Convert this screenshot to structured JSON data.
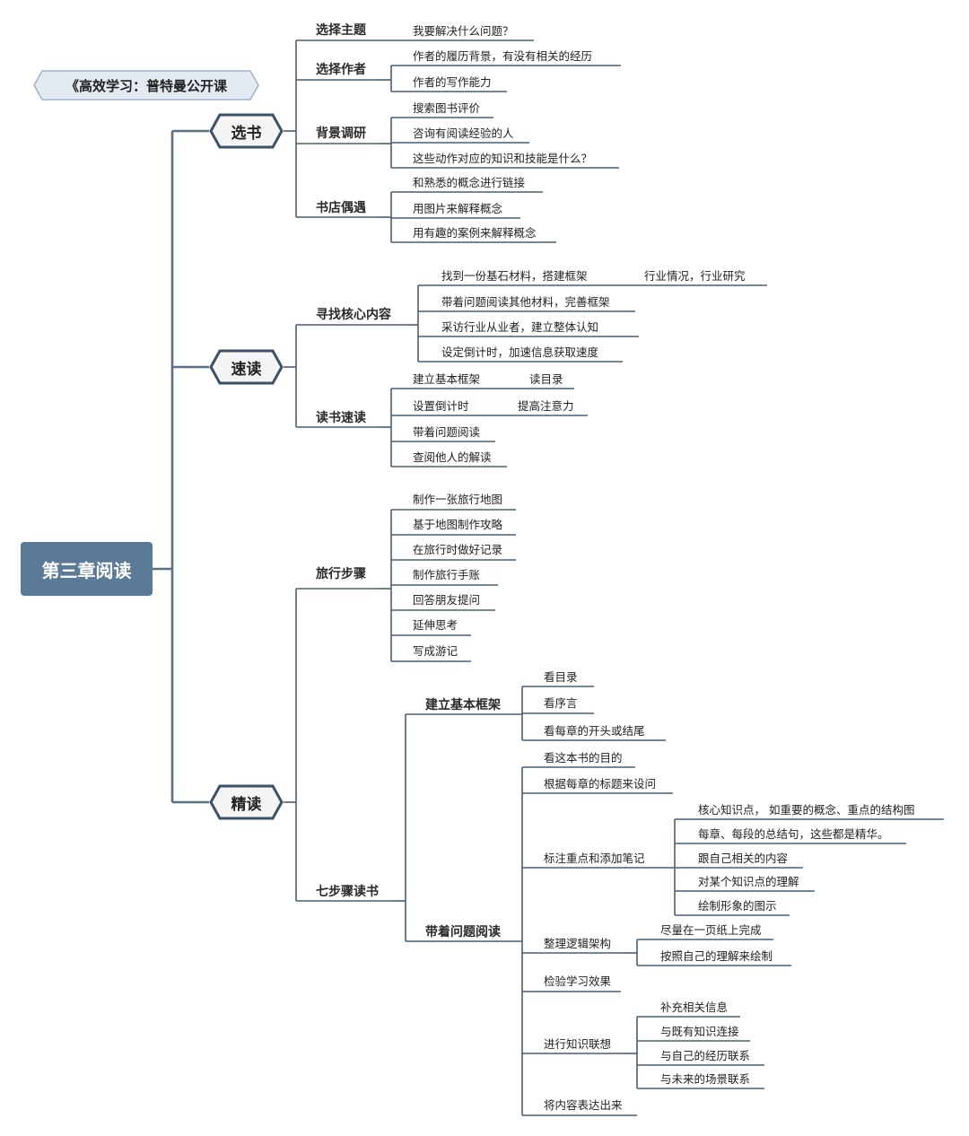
{
  "banner": "《高效学习：普特曼公开课",
  "root": "第三章阅读",
  "branches": {
    "xuanshu": "选书",
    "sudu": "速读",
    "jingdu": "精读"
  },
  "xuanshu": {
    "zhuti": {
      "label": "选择主题",
      "items": [
        "我要解决什么问题？"
      ]
    },
    "zuozhe": {
      "label": "选择作者",
      "items": [
        "作者的履历背景，有没有相关的经历",
        "作者的写作能力"
      ]
    },
    "diaoyan": {
      "label": "背景调研",
      "items": [
        "搜索图书评价",
        "咨询有阅读经验的人",
        "这些动作对应的知识和技能是什么？"
      ]
    },
    "shudian": {
      "label": "书店偶遇",
      "items": [
        "和熟悉的概念进行链接",
        "用图片来解释概念",
        "用有趣的案例来解释概念"
      ]
    }
  },
  "sudu": {
    "hexin": {
      "label": "寻找核心内容",
      "items": [
        "找到一份基石材料，搭建框架",
        "带着问题阅读其他材料，完善框架",
        "采访行业从业者，建立整体认知",
        "设定倒计时，加速信息获取速度"
      ],
      "item0_note": "行业情况，行业研究"
    },
    "dushu": {
      "label": "读书速读",
      "items": [
        "建立基本框架",
        "设置倒计时",
        "带着问题阅读",
        "查阅他人的解读"
      ],
      "item0_note": "读目录",
      "item1_note": "提高注意力"
    }
  },
  "jingdu": {
    "lvxing": {
      "label": "旅行步骤",
      "items": [
        "制作一张旅行地图",
        "基于地图制作攻略",
        "在旅行时做好记录",
        "制作旅行手账",
        "回答朋友提问",
        "延伸思考",
        "写成游记"
      ]
    },
    "qibu": {
      "label": "七步骤读书",
      "kuangjia": {
        "label": "建立基本框架",
        "items": [
          "看目录",
          "看序言",
          "看每章的开头或结尾"
        ]
      },
      "wenti": {
        "label": "带着问题阅读",
        "items": [
          "看这本书的目的",
          "根据每章的标题来设问",
          "标注重点和添加笔记",
          "整理逻辑架构",
          "检验学习效果",
          "进行知识联想",
          "将内容表达出来"
        ],
        "biaozhu": [
          "核心知识点，  如重要的概念、重点的结构图",
          "每章、每段的总结句，这些都是精华。",
          "跟自己相关的内容",
          "对某个知识点的理解",
          "绘制形象的图示"
        ],
        "zhengli": [
          "尽量在一页纸上完成",
          "按照自己的理解来绘制"
        ],
        "lianxiang": [
          "补充相关信息",
          "与既有知识连接",
          "与自己的经历联系",
          "与未来的场景联系"
        ]
      }
    }
  },
  "colors": {
    "root": "#5a7a97",
    "line": "#4a5e72",
    "node_fill": "#f4f4f4"
  }
}
